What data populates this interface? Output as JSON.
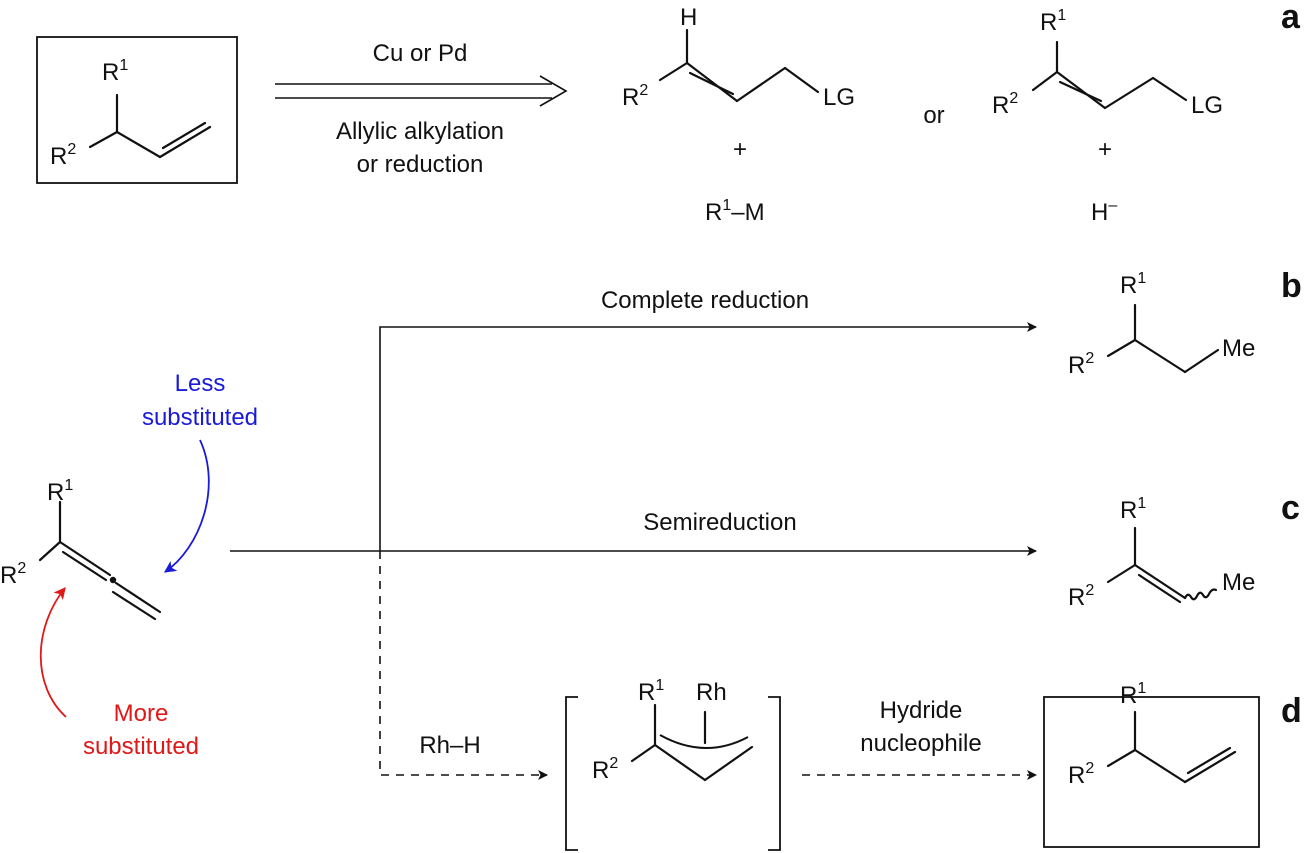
{
  "panels": {
    "a": "a",
    "b": "b",
    "c": "c",
    "d": "d"
  },
  "colors": {
    "blue": "#1a1ad8",
    "red": "#e01818",
    "ink": "#111111"
  },
  "groups": {
    "r": "R",
    "one": "1",
    "two": "2",
    "h": "H",
    "lg": "LG",
    "me": "Me",
    "rh": "Rh",
    "hminus": "H",
    "minus": "–",
    "m": "–M"
  },
  "panel_a": {
    "catalyst": "Cu or Pd",
    "method_line1": "Allylic alkylation",
    "method_line2": "or reduction",
    "or": "or",
    "plus1": "+",
    "plus2": "+"
  },
  "panel_b": {
    "label": "Complete reduction"
  },
  "panel_c": {
    "label": "Semireduction"
  },
  "panel_d": {
    "reagent": "Rh–H",
    "step_line1": "Hydride",
    "step_line2": "nucleophile"
  },
  "annotations": {
    "less_line1": "Less",
    "less_line2": "substituted",
    "more_line1": "More",
    "more_line2": "substituted"
  }
}
